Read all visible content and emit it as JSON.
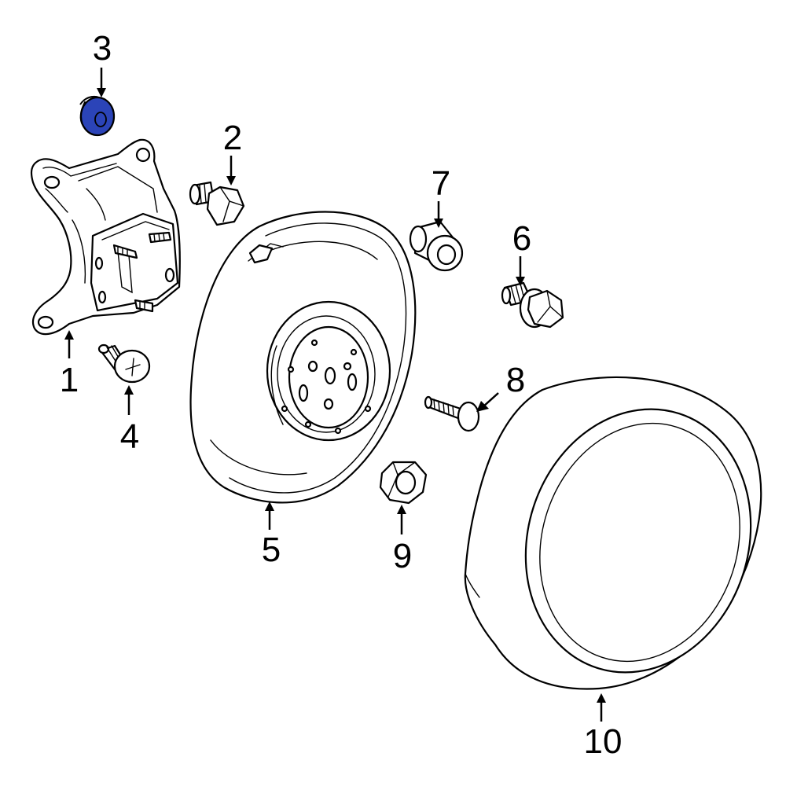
{
  "callouts": {
    "c1": "1",
    "c2": "2",
    "c3": "3",
    "c4": "4",
    "c5": "5",
    "c6": "6",
    "c7": "7",
    "c8": "8",
    "c9": "9",
    "c10": "10"
  },
  "colors": {
    "highlight": "#2b44b8",
    "line": "#000000",
    "background": "#ffffff"
  }
}
